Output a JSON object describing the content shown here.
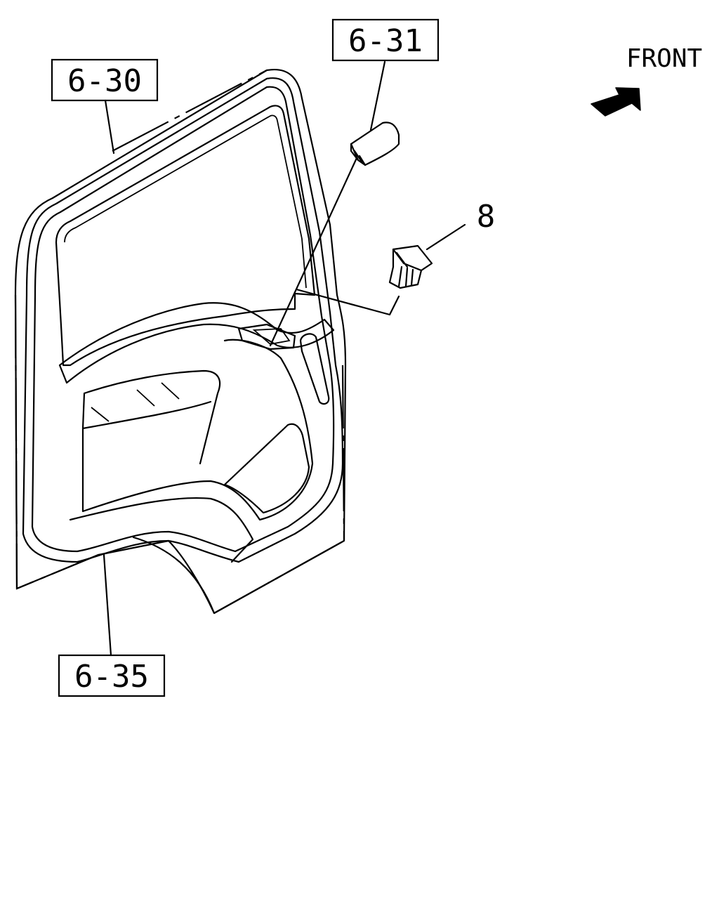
{
  "callouts": {
    "c630": "6-30",
    "c631": "6-31",
    "c635": "6-35",
    "c8": "8"
  },
  "orientation": {
    "label": "FRONT"
  },
  "colors": {
    "ink": "#000000",
    "paper": "#ffffff"
  }
}
